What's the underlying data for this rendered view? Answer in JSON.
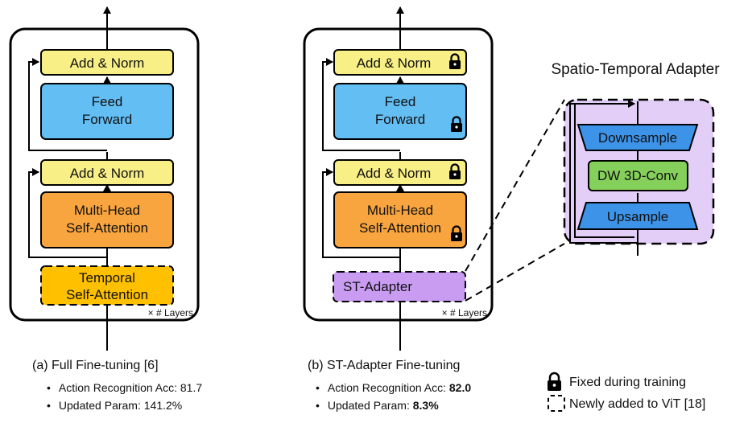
{
  "panel_a": {
    "blocks": {
      "add_norm_top": "Add & Norm",
      "feed_forward_1": "Feed",
      "feed_forward_2": "Forward",
      "add_norm_bottom": "Add & Norm",
      "mhsa_1": "Multi-Head",
      "mhsa_2": "Self-Attention",
      "temporal_1": "Temporal",
      "temporal_2": "Self-Attention"
    },
    "layers_label": "× # Layers",
    "caption": "(a) Full Fine-tuning [6]",
    "bullets": [
      {
        "label": "Action Recognition Acc: ",
        "value": "81.7"
      },
      {
        "label": "Updated Param: ",
        "value": "141.2%"
      }
    ]
  },
  "panel_b": {
    "blocks": {
      "add_norm_top": "Add & Norm",
      "feed_forward_1": "Feed",
      "feed_forward_2": "Forward",
      "add_norm_bottom": "Add & Norm",
      "mhsa_1": "Multi-Head",
      "mhsa_2": "Self-Attention",
      "st_adapter": "ST-Adapter"
    },
    "layers_label": "× # Layers",
    "caption": "(b) ST-Adapter Fine-tuning",
    "bullets": [
      {
        "label": "Action Recognition Acc: ",
        "value": "82.0"
      },
      {
        "label": "Updated Param: ",
        "value": "8.3%"
      }
    ]
  },
  "adapter": {
    "title": "Spatio-Temporal Adapter",
    "downsample": "Downsample",
    "conv": "DW 3D-Conv",
    "upsample": "Upsample"
  },
  "legend": {
    "fixed": "Fixed during training",
    "new": "Newly added to ViT [18]"
  },
  "bullet_char": "•",
  "colors": {
    "add_norm": "#f8ef86",
    "feed_forward": "#63bef4",
    "attention": "#f9a53f",
    "temporal": "#ffc000",
    "st_adapter": "#c99cf2",
    "adapter_bg": "#e2cef7",
    "downsample": "#3d93e8",
    "conv": "#85d05a"
  }
}
